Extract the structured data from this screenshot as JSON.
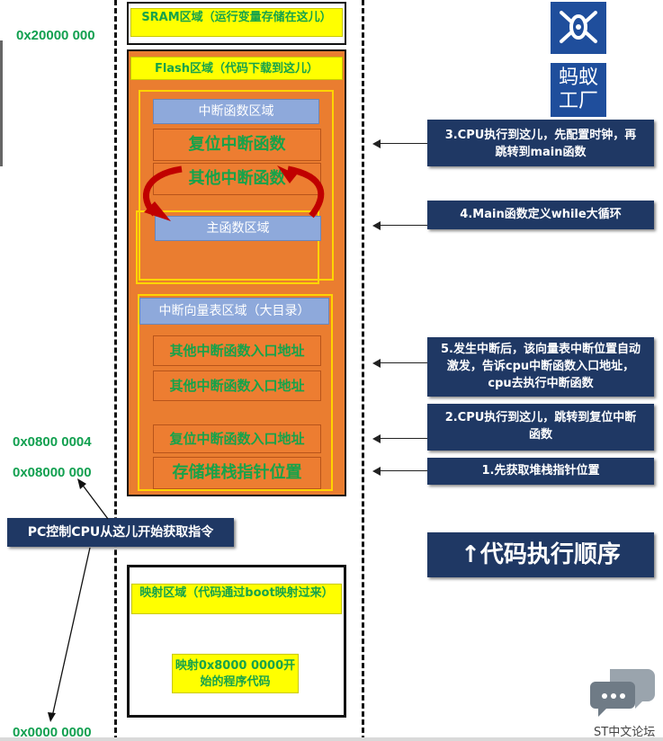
{
  "addresses": {
    "sram": "0x20000 000",
    "a08000004": "0x0800 0004",
    "a08000000": "0x08000 000",
    "a00000000": "0x0000 0000"
  },
  "sram_label": "SRAM区域（运行变量存储在这儿）",
  "flash_label": "Flash区域（代码下载到这儿）",
  "interrupt_func_area": "中断函数区域",
  "reset_handler": "复位中断函数",
  "other_handlers": "其他中断函数",
  "main_area": "主函数区域",
  "vector_table_area": "中断向量表区域（大目录）",
  "vector_rows": [
    "其他中断函数入口地址",
    "其他中断函数入口地址",
    "复位中断函数入口地址",
    "存储堆栈指针位置"
  ],
  "pc_label": "PC控制CPU从这儿开始获取指令",
  "mapped_label": "映射区域（代码通过boot映射过来）",
  "mapped_inner": "映射0x8000 0000开始的程序代码",
  "steps": {
    "s3": "3.CPU执行到这儿，先配置时钟，再跳转到main函数",
    "s4": "4.Main函数定义while大循环",
    "s5": "5.发生中断后，该向量表中断位置自动激发，告诉cpu中断函数入口地址，cpu去执行中断函数",
    "s2": "2.CPU执行到这儿，跳转到复位中断函数",
    "s1": "1.先获取堆栈指针位置"
  },
  "order_label": "↑代码执行顺序",
  "logo_text": "蚂蚁工厂",
  "watermark": "ST中文论坛",
  "colors": {
    "navy": "#1f3864",
    "orange": "#ea7d30",
    "yellow": "#ffff00",
    "green": "#12a050"
  }
}
